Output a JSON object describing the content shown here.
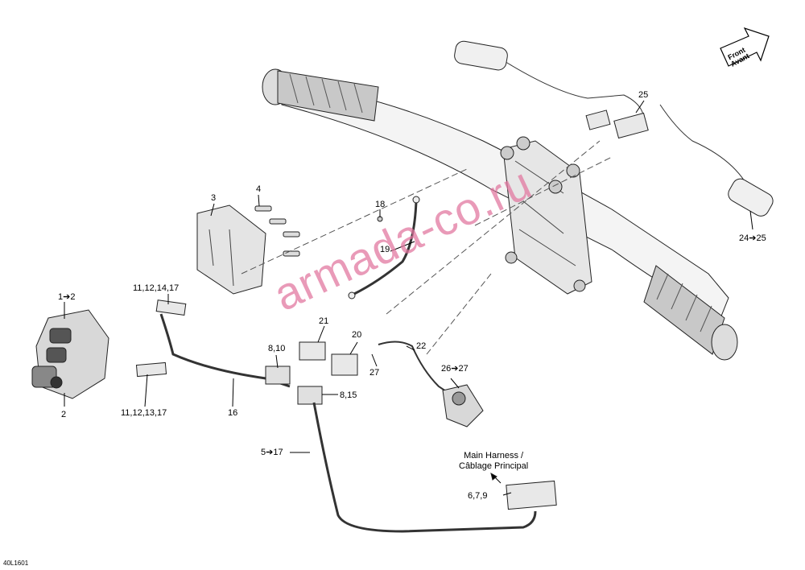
{
  "watermark": "armada-co.ru",
  "figure_code": "40L1601",
  "direction_arrow": {
    "line1": "Front",
    "line2": "Avant"
  },
  "note": {
    "line1": "Main Harness /",
    "line2": "Câblage Principal"
  },
  "callouts": {
    "c1_2": "1➔2",
    "c2": "2",
    "c3": "3",
    "c4": "4",
    "c5_17": "5➔17",
    "c6_7_9": "6,7,9",
    "c8_10": "8,10",
    "c8_15": "8,15",
    "c11_12_13_17": "11,12,13,17",
    "c11_12_14_17": "11,12,14,17",
    "c16": "16",
    "c18": "18",
    "c19": "19",
    "c20": "20",
    "c21": "21",
    "c22": "22",
    "c24_25": "24➔25",
    "c25": "25",
    "c26_27": "26➔27",
    "c27": "27"
  }
}
